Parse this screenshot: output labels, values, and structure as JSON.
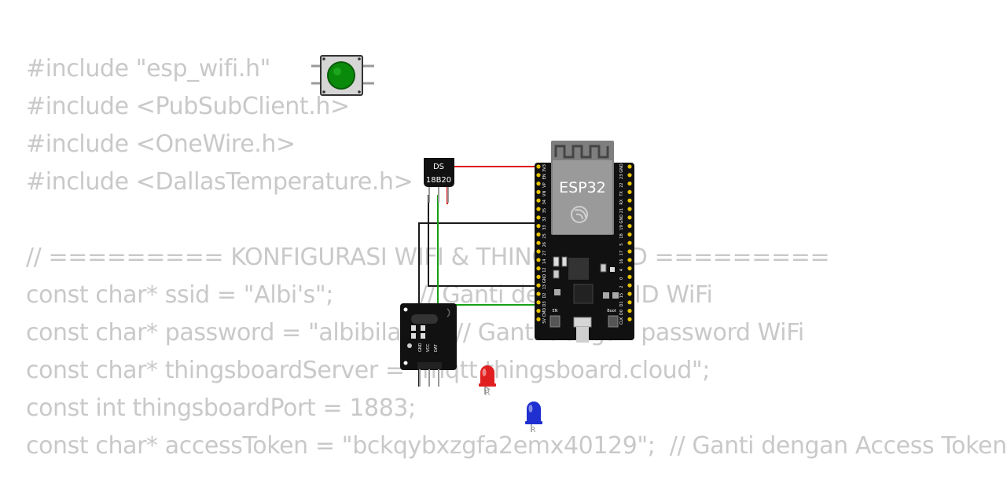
{
  "code_lines": [
    "#include \"esp_wifi.h\"",
    "#include <PubSubClient.h>",
    "#include <OneWire.h>",
    "#include <DallasTemperature.h>",
    "",
    "// ========= KONFIGURASI WIFI & THINGSBOARD =========",
    "const char* ssid = \"Albi's\";            // Ganti dengan SSID WiFi",
    "const char* password = \"albibila\";     // Ganti dengan password WiFi",
    "const char* thingsboardServer = \"mqtt.thingsboard.cloud\";",
    "const int thingsboardPort = 1883;",
    "const char* accessToken = \"bckqybxzgfa2emx40129\";  // Ganti dengan Access Token"
  ],
  "components": {
    "esp32": {
      "label": "ESP32",
      "pins_left": [
        "3V3",
        "EN",
        "VP",
        "VN",
        "34",
        "35",
        "32",
        "33",
        "25",
        "26",
        "27",
        "14",
        "12",
        "GND",
        "13",
        "D2",
        "D3",
        "CMD",
        "5V"
      ],
      "pins_right": [
        "GND",
        "23",
        "22",
        "TX",
        "RX",
        "21",
        "GND",
        "19",
        "18",
        "5",
        "17",
        "16",
        "4",
        "0",
        "2",
        "15",
        "D1",
        "D0",
        "CLK"
      ],
      "button_labels": [
        "EN",
        "Boot"
      ]
    },
    "ds18b20": {
      "label_line1": "DS",
      "label_line2": "18B20"
    },
    "ds18b20_module": {
      "pin_labels": [
        "DAT",
        "VCC",
        "GND"
      ]
    },
    "led_red": {
      "color": "#e02020",
      "label": "R"
    },
    "led_blue": {
      "color": "#2030d0",
      "label": "R"
    },
    "pushbutton": {
      "color": "#0a8a0a"
    }
  },
  "colors": {
    "code_text": "#c9c9c9",
    "wire_black": "#1a1a1a",
    "wire_red": "#e01010",
    "wire_green": "#16a016",
    "board": "#111111",
    "pin_gold": "#e8c400"
  }
}
